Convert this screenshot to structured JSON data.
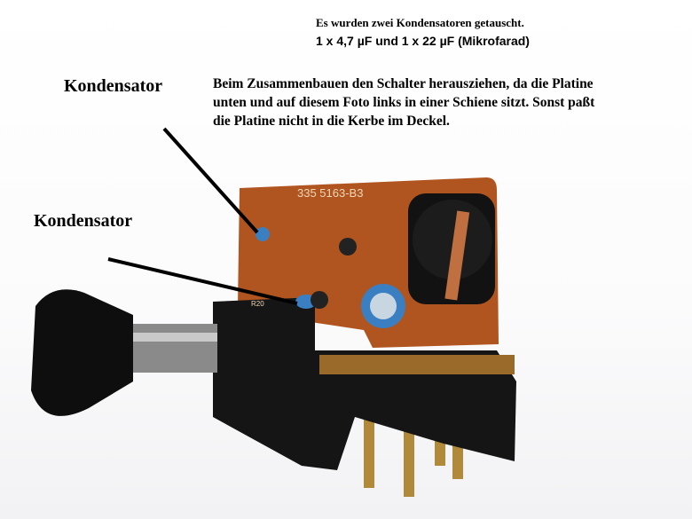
{
  "notes": {
    "line1": "Es wurden zwei Kondensatoren getauscht.",
    "line2": "1 x 4,7 µF und 1 x 22 µF (Mikrofarad)",
    "assembly": [
      "Beim Zusammenbauen den Schalter herausziehen, da die Platine",
      "unten und auf diesem Foto links in einer Schiene sitzt. Sonst paßt",
      "die Platine nicht in die Kerbe im Deckel."
    ]
  },
  "labels": {
    "capacitor_top": "Kondensator",
    "capacitor_left": "Kondensator"
  },
  "pcb": {
    "part_number": "335 5163-B3",
    "ref": "R20"
  },
  "colors": {
    "pcb": "#b0551f",
    "housing": "#151515",
    "capacitor_blue": "#3a7fc2"
  }
}
